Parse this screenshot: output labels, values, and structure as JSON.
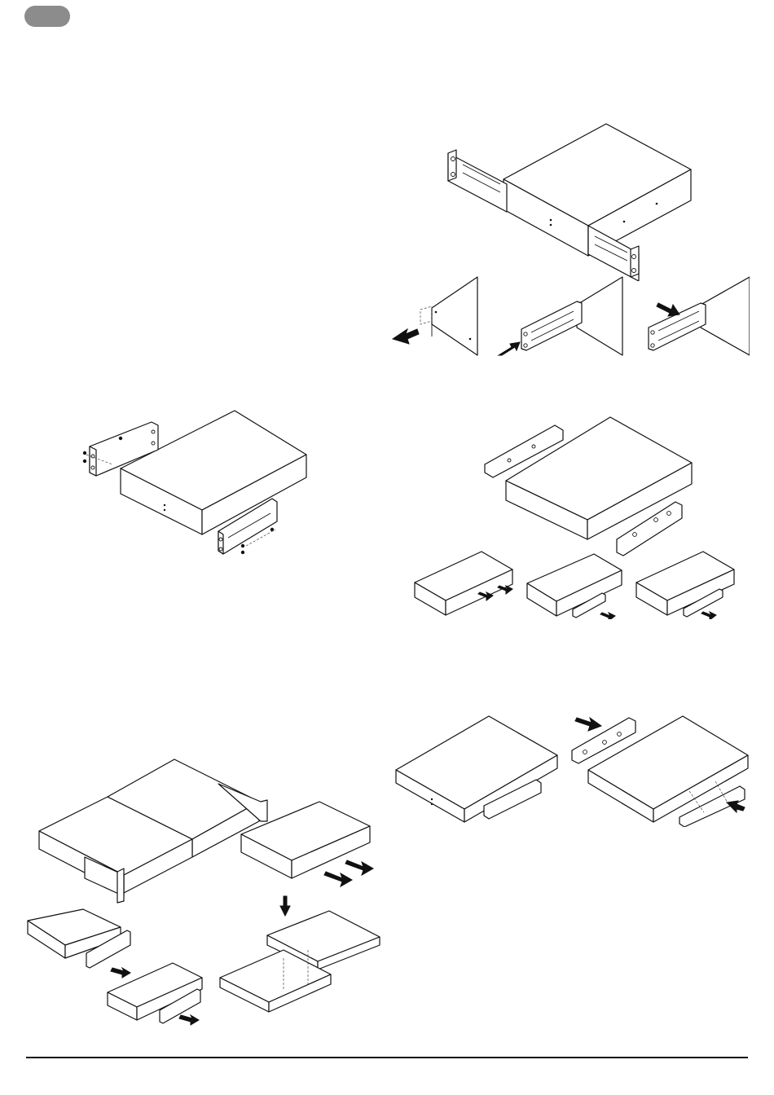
{
  "page": {
    "header_tab": {
      "color": "#8c8c8c"
    },
    "rule_color": "#111111"
  },
  "figures": [
    {
      "id": "rack-mount-single-unit",
      "icons": [
        "device-box",
        "rack-ear-left",
        "rack-ear-right"
      ]
    },
    {
      "id": "ear-swap-steps",
      "icons": [
        "arrow-left",
        "arrow-right-up",
        "arrow-right-down"
      ]
    },
    {
      "id": "bracket-attach-screws",
      "icons": [
        "screw",
        "rack-ear"
      ]
    },
    {
      "id": "desk-bracket-steps",
      "icons": [
        "bracket",
        "arrow"
      ]
    },
    {
      "id": "dual-unit-rack-and-stack",
      "icons": [
        "device-box",
        "arrow-down",
        "arrow"
      ]
    },
    {
      "id": "side-bracket-attach",
      "icons": [
        "bracket",
        "arrow"
      ]
    }
  ]
}
